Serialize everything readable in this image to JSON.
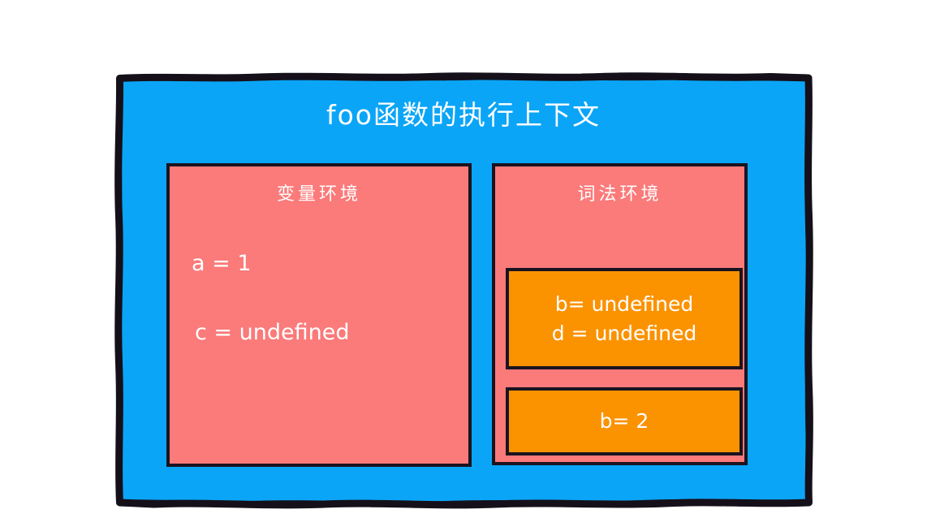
{
  "diagram": {
    "type": "js-execution-context",
    "title": "foo函数的执行上下文",
    "colors": {
      "context_fill": "#0ba5f7",
      "environment_fill": "#fb7a7a",
      "record_fill": "#fb9200",
      "outline": "#1a1420",
      "text": "#ffffff",
      "page_background": "#ffffff"
    },
    "variable_environment": {
      "title": "变量环境",
      "entries": [
        "a = 1",
        "c = undefined"
      ]
    },
    "lexical_environment": {
      "title": "词法环境",
      "records": [
        {
          "lines": [
            "b= undefined",
            "d = undefined"
          ]
        },
        {
          "lines": [
            "b= 2"
          ]
        }
      ]
    }
  }
}
